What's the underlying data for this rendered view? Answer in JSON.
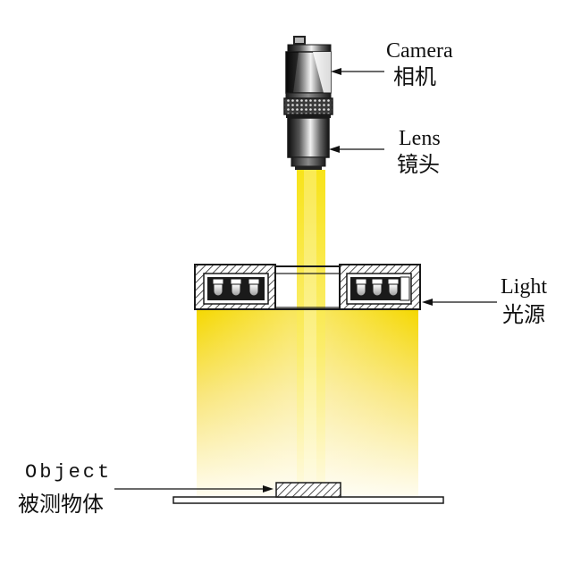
{
  "labels": {
    "camera": {
      "en": "Camera",
      "cn": "相机"
    },
    "lens": {
      "en": "Lens",
      "cn": "镜头"
    },
    "light": {
      "en": "Light",
      "cn": "光源"
    },
    "object": {
      "en": "Object",
      "cn": "被测物体"
    }
  },
  "colors": {
    "beam": "#f7e000",
    "outline": "#1a1a1a",
    "background": "#ffffff"
  }
}
